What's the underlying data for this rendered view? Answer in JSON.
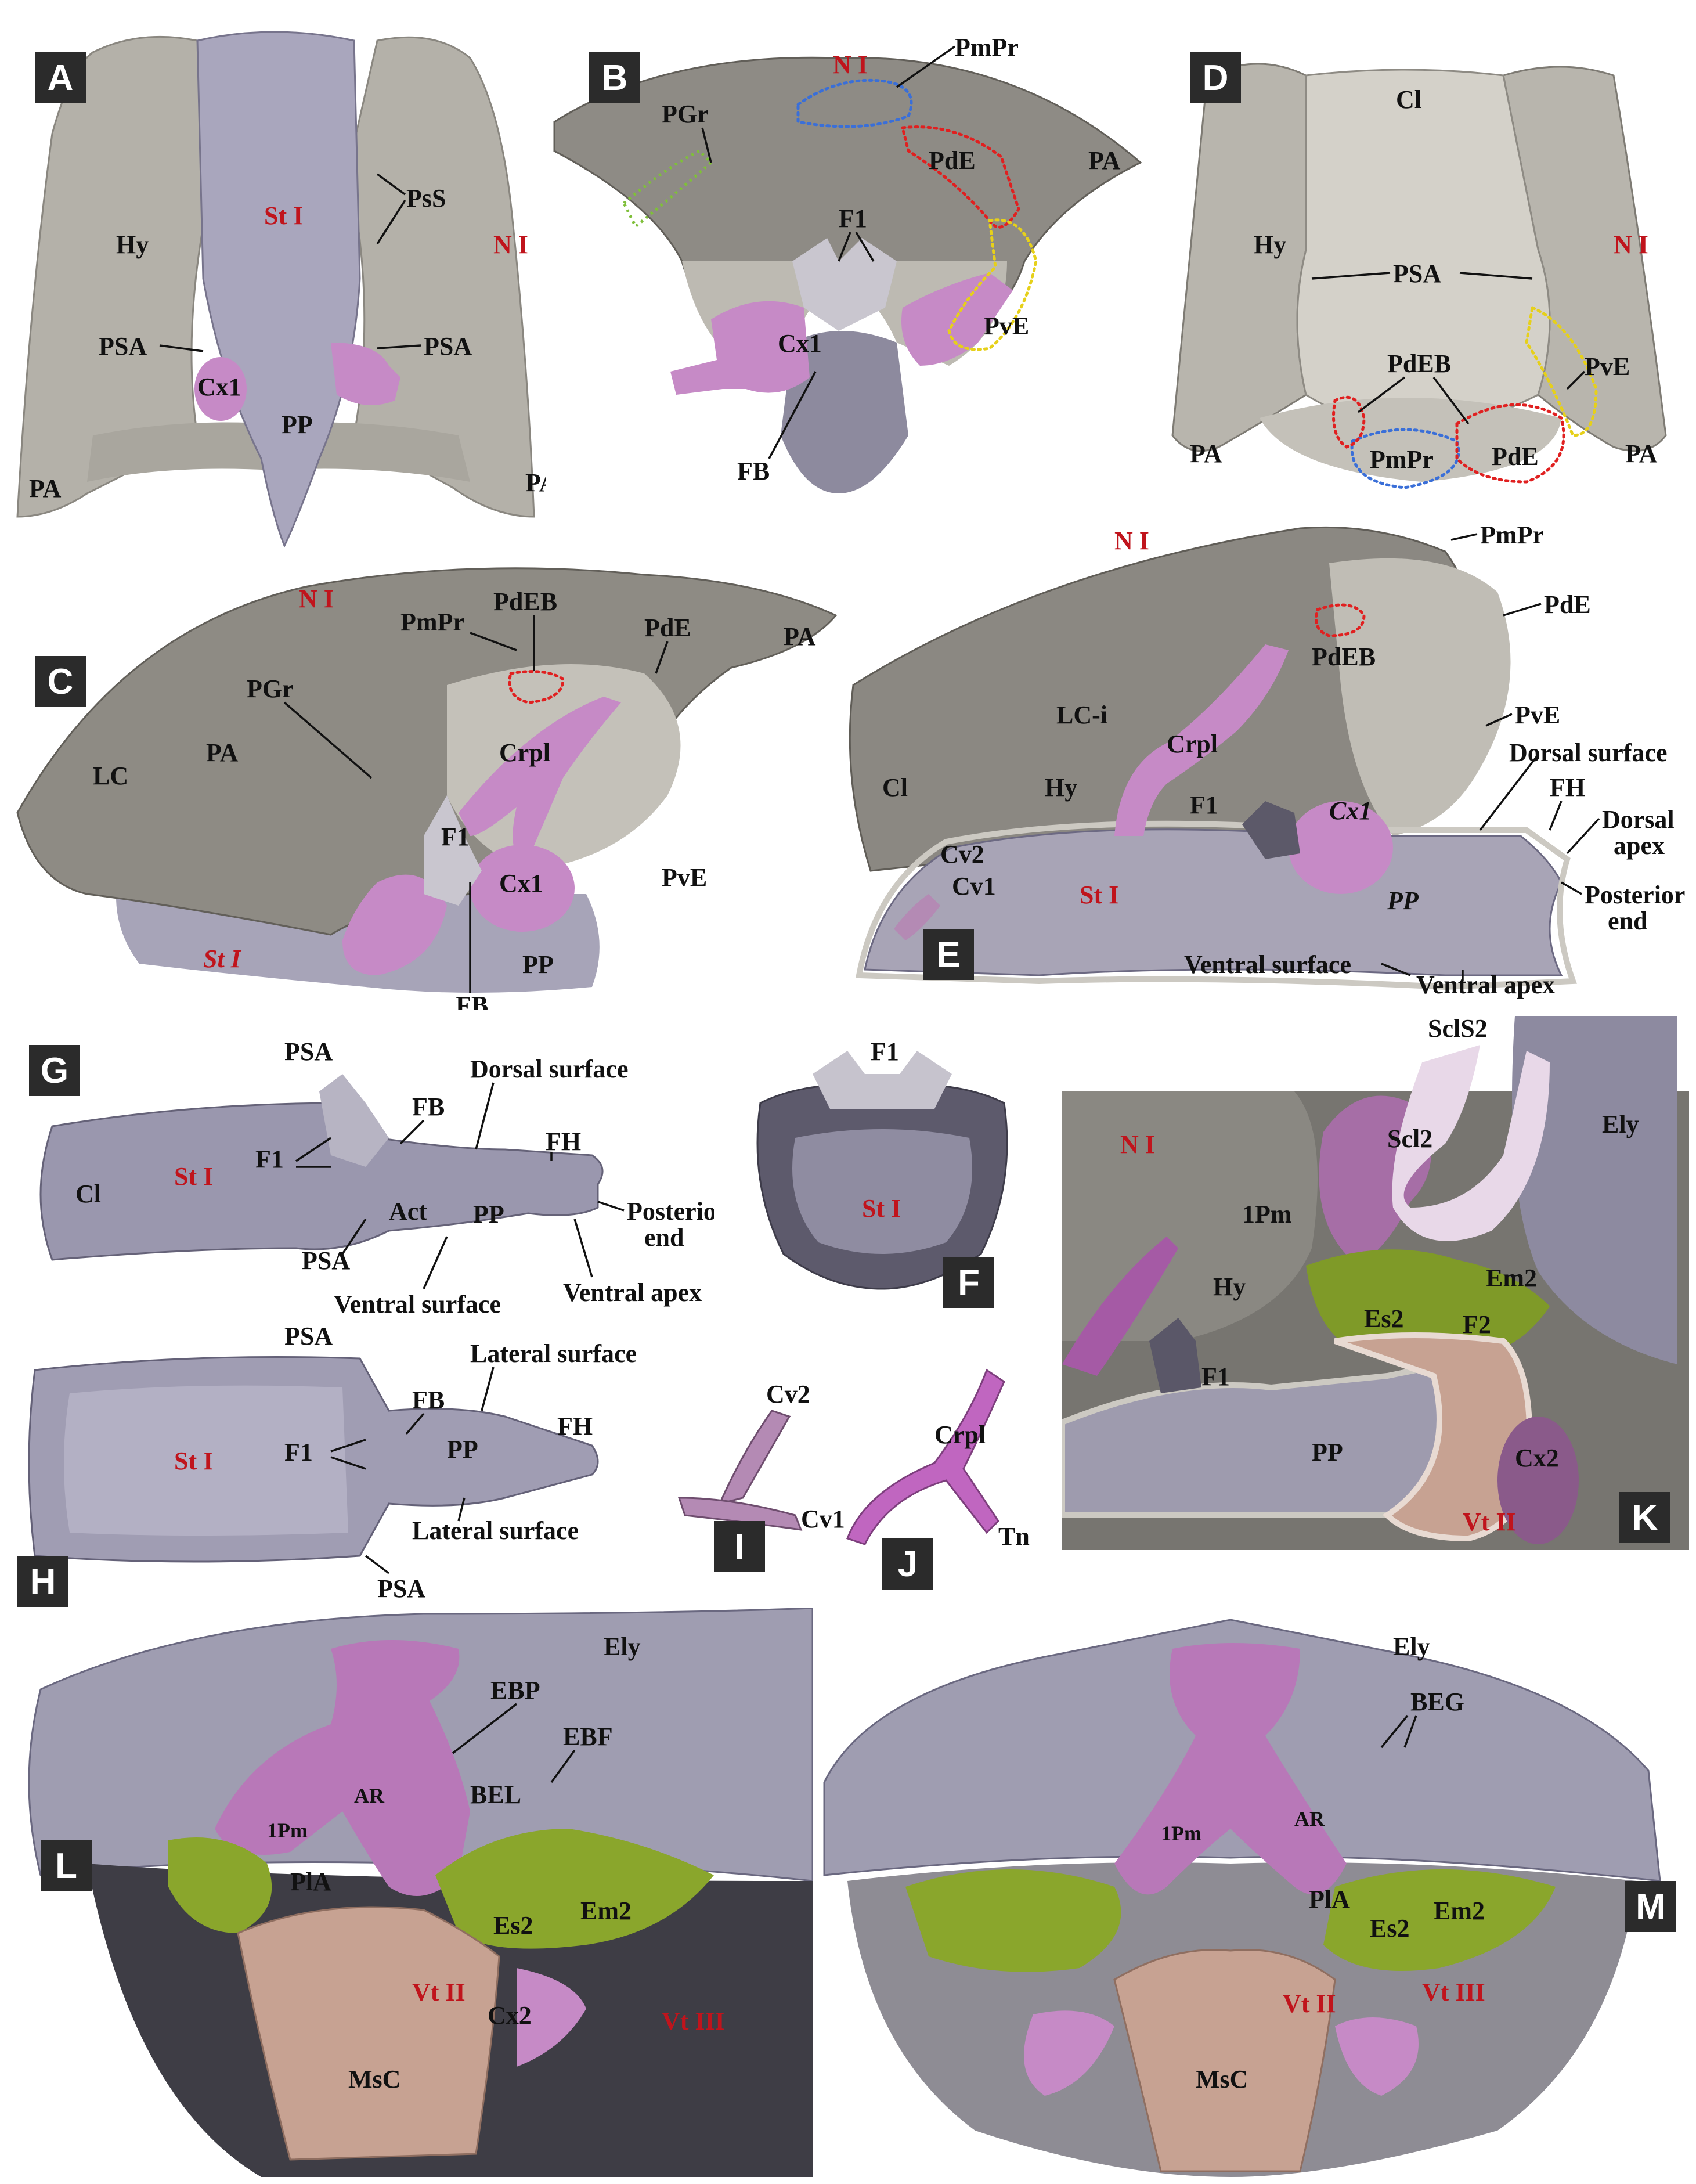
{
  "colors": {
    "notum": "#b4b1a9",
    "notum_dark": "#7a7771",
    "sternum": "#a7a4b8",
    "sternum_dark": "#6f6c82",
    "coxa": "#c68ac6",
    "furca": "#c9c6cf",
    "green": "#8aa62c",
    "tan": "#c7a292",
    "label_red": "#c0141c",
    "badge": "#2b2b2b"
  },
  "panels": {
    "A": {
      "badge": "A",
      "labels": [
        "St I",
        "PsS",
        "Hy",
        "N I",
        "PSA",
        "PSA",
        "Cx1",
        "PP",
        "PA",
        "PA"
      ]
    },
    "B": {
      "badge": "B",
      "labels": [
        "N I",
        "PmPr",
        "PGr",
        "PdE",
        "PA",
        "F1",
        "PvE",
        "Cx1",
        "FB"
      ]
    },
    "D": {
      "badge": "D",
      "labels": [
        "Cl",
        "Hy",
        "N I",
        "PSA",
        "PdEB",
        "PvE",
        "PA",
        "PmPr",
        "PdE",
        "PA"
      ]
    },
    "C": {
      "badge": "C",
      "labels": [
        "N I",
        "PdEB",
        "PmPr",
        "PdE",
        "PA",
        "PGr",
        "LC",
        "PA",
        "Crpl",
        "F1",
        "Cx1",
        "PvE",
        "St I",
        "PP",
        "FB"
      ]
    },
    "E": {
      "badge": "E",
      "labels": [
        "N I",
        "PmPr",
        "PdE",
        "PdEB",
        "LC-i",
        "PvE",
        "Crpl",
        "Dorsal surface",
        "Cl",
        "Hy",
        "F1",
        "Cx1",
        "FH",
        "Dorsal",
        "apex",
        "Cv2",
        "Cv1",
        "St I",
        "PP",
        "Posterior",
        "end",
        "Ventral surface",
        "Ventral apex"
      ]
    },
    "G": {
      "badge": "G",
      "labels": [
        "PSA",
        "Dorsal surface",
        "FB",
        "FH",
        "F1",
        "St I",
        "Cl",
        "Act",
        "PP",
        "Posterior",
        "end",
        "PSA",
        "Ventral surface",
        "Ventral apex"
      ]
    },
    "F": {
      "badge": "F",
      "labels": [
        "F1",
        "St I"
      ]
    },
    "H": {
      "badge": "H",
      "labels": [
        "PSA",
        "Lateral surface",
        "FB",
        "FH",
        "St I",
        "F1",
        "PP",
        "Lateral surface",
        "PSA"
      ]
    },
    "I": {
      "badge": "I",
      "labels": [
        "Cv2",
        "Cv1"
      ]
    },
    "J": {
      "badge": "J",
      "labels": [
        "Crpl",
        "Tn"
      ]
    },
    "K": {
      "badge": "K",
      "labels": [
        "SclS2",
        "Scl2",
        "Ely",
        "N I",
        "1Pm",
        "Hy",
        "Em2",
        "Es2",
        "F2",
        "F1",
        "PP",
        "Cx2",
        "Vt II"
      ]
    },
    "L": {
      "badge": "L",
      "labels": [
        "Ely",
        "EBP",
        "EBF",
        "AR",
        "BEL",
        "1Pm",
        "PlA",
        "Es2",
        "Em2",
        "Vt II",
        "Cx2",
        "Vt III",
        "MsC"
      ]
    },
    "M": {
      "badge": "M",
      "labels": [
        "Ely",
        "BEG",
        "1Pm",
        "AR",
        "PlA",
        "Es2",
        "Em2",
        "Vt II",
        "Vt III",
        "MsC"
      ]
    }
  }
}
